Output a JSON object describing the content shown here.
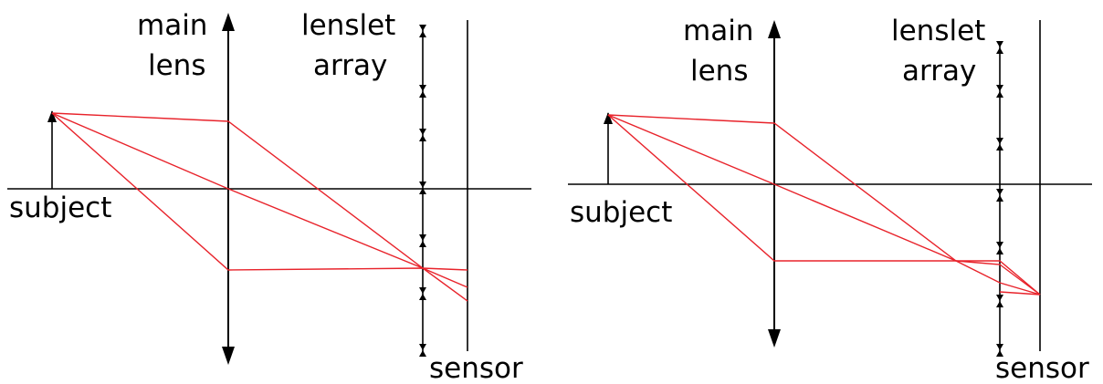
{
  "colors": {
    "ray": "#e8232b",
    "ink": "#000000",
    "background": "#ffffff"
  },
  "left_panel": {
    "label_main": "main",
    "label_lens": "lens",
    "label_lenslet": "lenslet",
    "label_array": "array",
    "label_subject": "subject",
    "label_sensor": "sensor"
  },
  "right_panel": {
    "label_main": "main",
    "label_lens": "lens",
    "label_lenslet": "lenslet",
    "label_array": "array",
    "label_subject": "subject",
    "label_sensor": "sensor"
  }
}
